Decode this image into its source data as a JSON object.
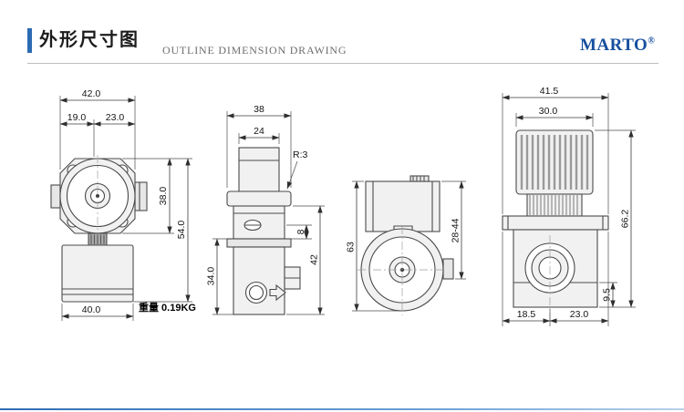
{
  "header": {
    "title_cn": "外形尺寸图",
    "title_en": "OUTLINE DIMENSION DRAWING",
    "brand": "MARTO",
    "brand_reg": "®"
  },
  "colors": {
    "brand_blue": "#164f9e",
    "accent_bar_blue": "#2b6bb2",
    "drawing_line": "#4a4a4a"
  },
  "views": {
    "front": {
      "dims": {
        "top_width": "42.0",
        "split_left": "19.0",
        "split_right": "23.0",
        "body_height": "38.0",
        "total_height": "54.0",
        "base_width": "40.0"
      },
      "weight_label": "重量 0.19KG"
    },
    "section": {
      "dims": {
        "flange_width": "38",
        "top_width": "24",
        "corner_radius": "R:3",
        "slot_height": "8",
        "lower_height": "42",
        "mid_height": "34.0"
      }
    },
    "side": {
      "dims": {
        "height": "63",
        "adjust_range": "28-44"
      }
    },
    "knob": {
      "dims": {
        "flange_width": "41.5",
        "knob_width": "30.0",
        "total_height": "66.2",
        "port_height": "9.5",
        "bottom_left": "18.5",
        "bottom_right": "23.0"
      }
    }
  }
}
